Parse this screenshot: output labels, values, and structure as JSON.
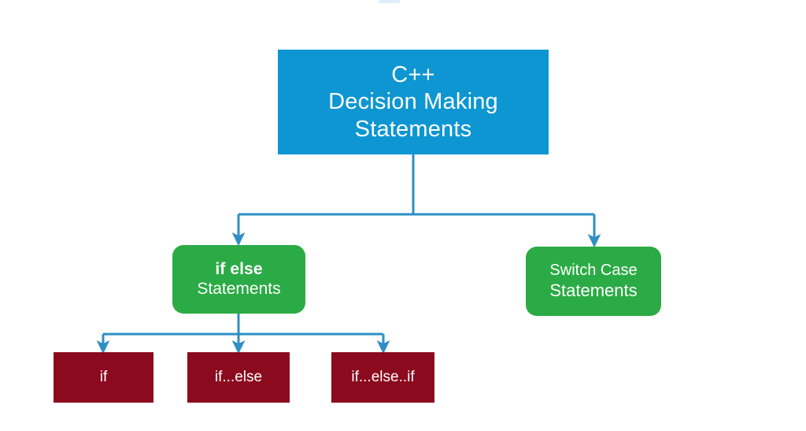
{
  "diagram": {
    "title": "C++ Decision Making Statements",
    "type": "tree-flowchart",
    "colors": {
      "root": "#0d96d2",
      "branch": "#2bab45",
      "leaf": "#8c0a1e",
      "connector": "#2e8fc4",
      "text": "#ffffff",
      "background": "#ffffff"
    },
    "root": {
      "line1": "C++",
      "line2": "Decision Making",
      "line3": "Statements"
    },
    "branches": [
      {
        "id": "if-else",
        "line1": "if else",
        "line2": "Statements"
      },
      {
        "id": "switch-case",
        "line1": "Switch Case",
        "line2": "Statements"
      }
    ],
    "leaves": [
      {
        "id": "if",
        "label": "if"
      },
      {
        "id": "if-else",
        "label": "if...else"
      },
      {
        "id": "if-else-if",
        "label": "if...else..if"
      }
    ]
  }
}
